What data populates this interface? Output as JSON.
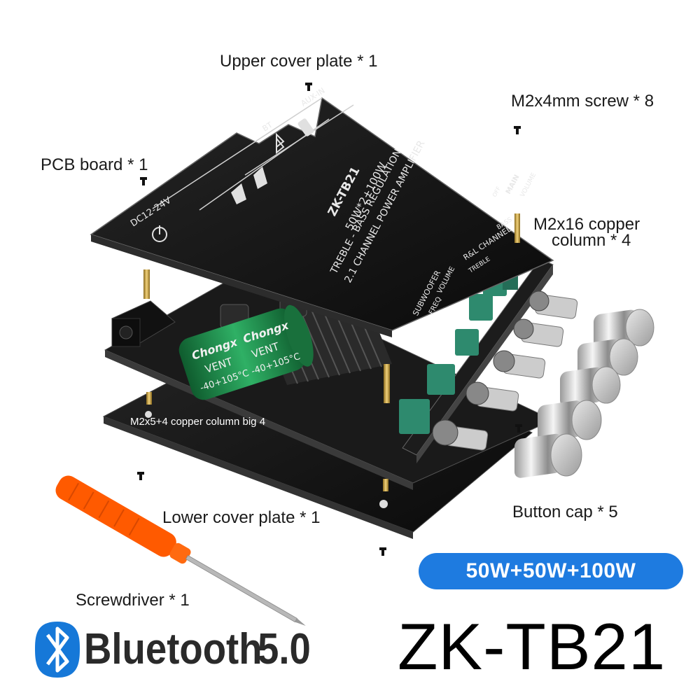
{
  "labels": {
    "upper_cover": "Upper cover plate * 1",
    "screw": "M2x4mm screw * 8",
    "pcb": "PCB board * 1",
    "copper_column": "M2x16 copper",
    "copper_column_2": "column * 4",
    "small_column": "M2x5+4 copper column big 4",
    "lower_cover": "Lower cover plate * 1",
    "button_cap": "Button cap * 5",
    "screwdriver": "Screwdriver * 1"
  },
  "power_badge": "50W+50W+100W",
  "model": "ZK-TB21",
  "bluetooth": {
    "word": "Bluetooth",
    "version": "5.0"
  },
  "board_print": {
    "model": "ZK-TB21",
    "power": "50W*2+100W",
    "line1": "TREBLE - BASS REGULATION",
    "line2": "2.1 CHANNEL POWER AMPLIFIER",
    "input": "AUX-IN",
    "bt": "BT",
    "dc": "DC12-24V",
    "subwoofer": "SUBWOOFER",
    "rl_channel": "R&L CHANNEL",
    "freq": "FREQ",
    "volume": "VOLUME",
    "treble": "TREBLE",
    "bass": "BASS",
    "main": "MAIN",
    "main_volume": "VOLUME",
    "off": "OFF"
  },
  "capacitor": {
    "brand": "Chongx",
    "type": "VENT",
    "temp": "-40+105°C"
  },
  "colors": {
    "badge": "#1e7be0",
    "pcb": "#151515",
    "knob": "#2e8a6e",
    "capacitor": "#1f8a4a",
    "screwdriver": "#ff5a00"
  }
}
